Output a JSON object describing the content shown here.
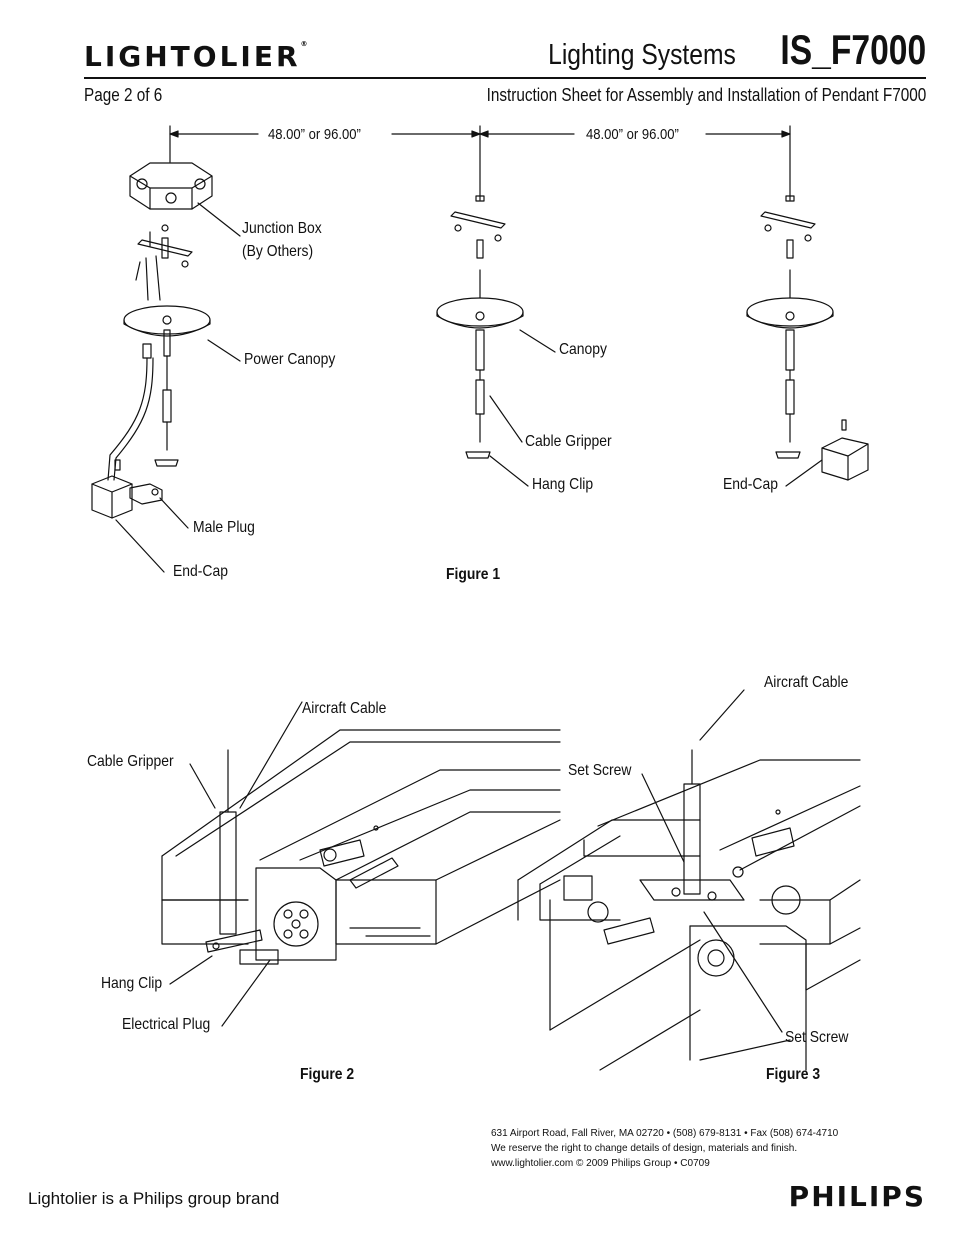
{
  "header": {
    "brand_logo": "LIGHTOLIER",
    "registered_mark": "®",
    "system_label": "Lighting Systems",
    "doc_code": "IS_F7000",
    "page_number": "Page 2 of 6",
    "instruction_title": "Instruction Sheet for Assembly and Installation of Pendant F7000"
  },
  "figure1": {
    "caption": "Figure 1",
    "dim_left": "48.00” or 96.00”",
    "dim_right": "48.00” or 96.00”",
    "labels": {
      "junction_box_1": "Junction Box",
      "junction_box_2": "(By Others)",
      "power_canopy": "Power Canopy",
      "male_plug": "Male Plug",
      "end_cap_left": "End-Cap",
      "canopy": "Canopy",
      "cable_gripper": "Cable Gripper",
      "hang_clip": "Hang Clip",
      "end_cap_right": "End-Cap"
    }
  },
  "figure2": {
    "caption": "Figure 2",
    "labels": {
      "aircraft_cable": "Aircraft Cable",
      "cable_gripper": "Cable Gripper",
      "hang_clip": "Hang Clip",
      "electrical_plug": "Electrical Plug"
    }
  },
  "figure3": {
    "caption": "Figure 3",
    "labels": {
      "aircraft_cable": "Aircraft Cable",
      "set_screw_top": "Set Screw",
      "set_screw_bottom": "Set Screw"
    }
  },
  "footer": {
    "address_line1": "631 Airport Road, Fall River, MA 02720 • (508) 679-8131 • Fax (508) 674-4710",
    "address_line2": "We reserve the right to change details of design, materials and finish.",
    "address_line3": "www.lightolier.com © 2009 Philips Group • C0709",
    "brand_line": "Lightolier is a Philips group brand",
    "philips_logo": "PHILIPS"
  }
}
